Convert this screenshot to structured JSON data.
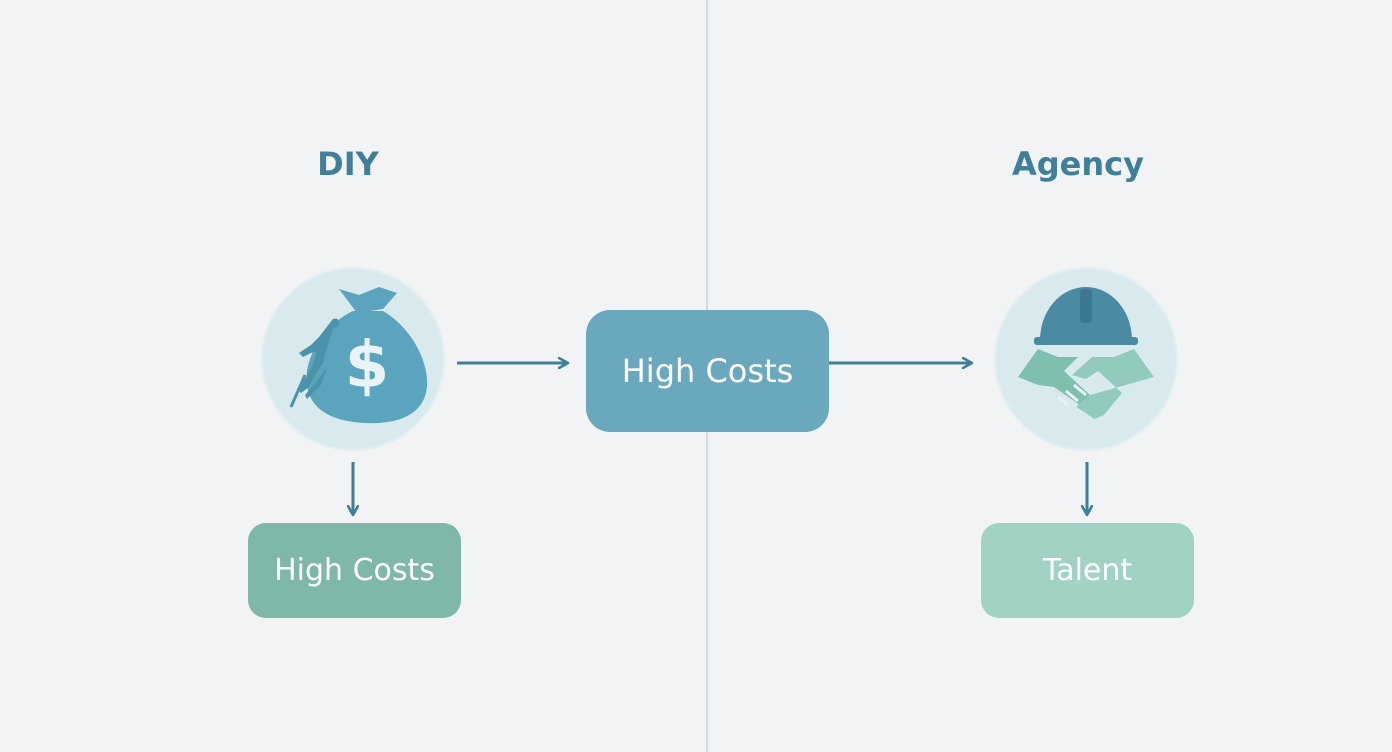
{
  "headings": {
    "diy": "DIY",
    "agency": "Agency"
  },
  "boxes": {
    "center": "High Costs",
    "diy_outcome": "High Costs",
    "agency_outcome": "Talent"
  },
  "icons": {
    "diy": "money-bag-climber-icon",
    "agency": "hardhat-handshake-icon"
  },
  "colors": {
    "background": "#f1f3f5",
    "heading": "#3f7f99",
    "center_box": "#6aa8bd",
    "diy_box": "#7fb8a9",
    "agency_box": "#a2d2c4",
    "arrow": "#3f7f99",
    "circle": "#d9eaee"
  }
}
